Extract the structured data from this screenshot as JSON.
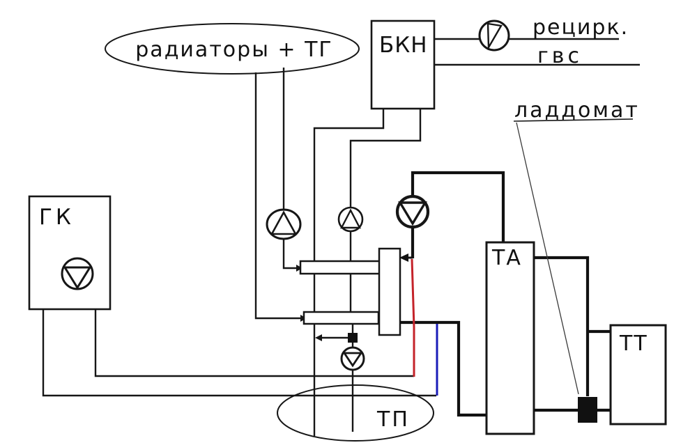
{
  "diagram": {
    "type": "heating-system-schematic",
    "labels": {
      "radiators_ellipse": "радиаторы + ТГ",
      "indirect_boiler": "БКН",
      "recirculation_line": "рецирк.",
      "dhw_line": "гвс",
      "laddomat": "ладдомат",
      "gas_boiler": "ГК",
      "heat_accumulator": "ТА",
      "solid_fuel_boiler": "ТТ",
      "floor_heating": "ТП"
    },
    "colors": {
      "line_black": "#161616",
      "supply_red": "#c4232a",
      "return_blue": "#1a1cb8",
      "background": "#ffffff"
    },
    "icons": {
      "pump": "circle-with-triangle",
      "check_valve": "circle-with-slanted-triangle",
      "mixing_valve_square": "small-filled-black-square",
      "laddomat_unit": "large-filled-black-square"
    }
  }
}
